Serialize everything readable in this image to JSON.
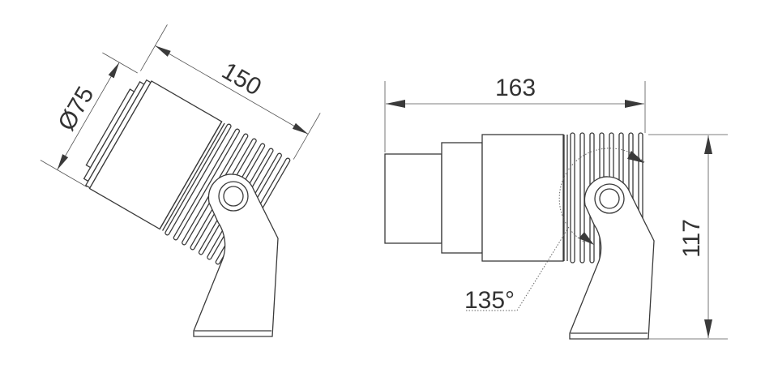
{
  "left_view": {
    "length_label": "150",
    "diameter_label": "Ø75",
    "tilt_deg": 30
  },
  "right_view": {
    "width_label": "163",
    "height_label": "117",
    "angle_label": "135°"
  },
  "colors": {
    "line": "#3a3a3a",
    "background": "#ffffff"
  }
}
